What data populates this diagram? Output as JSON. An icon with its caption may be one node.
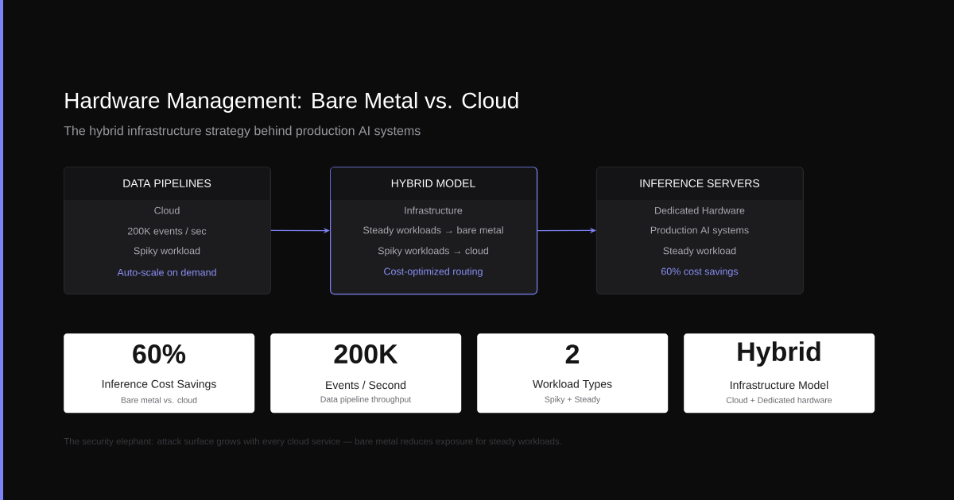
{
  "diagram": {
    "title": "Hardware Management: Bare Metal vs. Cloud",
    "nodes": [
      {
        "text": [
          "DATA PIPELINES",
          "Cloud",
          "200K events / sec",
          "Spiky workload",
          "Auto-scale on demand"
        ]
      },
      {
        "text": [
          "HYBRID MODEL",
          "Infrastructure",
          "Steady workloads → bare metal",
          "Spiky workloads → cloud",
          "Cost-optimized routing"
        ]
      },
      {
        "text": [
          "INFERENCE SERVERS",
          "Dedicated Hardware",
          "Production AI systems",
          "Steady workload",
          "60% cost savings"
        ]
      },
      {
        "text": [
          "60%",
          "Inference Cost Savings",
          "Bare metal vs. cloud"
        ]
      },
      {
        "text": [
          "200K",
          "Events / Second",
          "Data pipeline throughput"
        ]
      },
      {
        "text": [
          "2",
          "Workload Types",
          "Spiky + Steady"
        ]
      },
      {
        "text": [
          "Hybrid",
          "Infrastructure Model",
          "Cloud + Dedicated hardware"
        ]
      }
    ],
    "edges": [
      {
        "from": 0,
        "to": 1,
        "arrow": "to"
      },
      {
        "from": 1,
        "to": 2,
        "arrow": "to"
      }
    ],
    "labels": [
      "The hybrid infrastructure strategy behind production AI systems",
      "The security elephant: attack surface grows with every cloud service — bare metal reduces exposure for steady workloads."
    ]
  }
}
